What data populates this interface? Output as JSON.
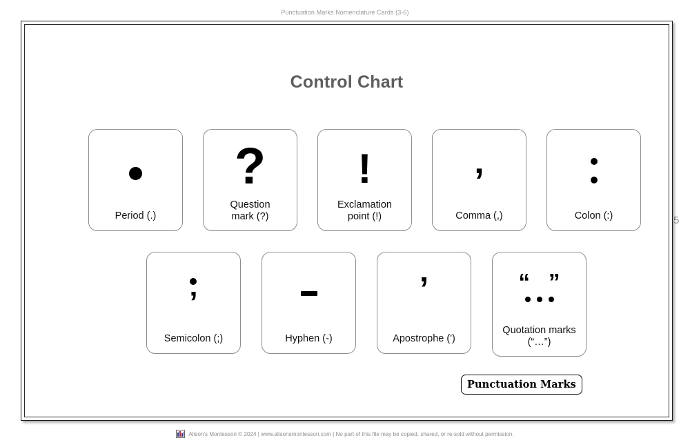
{
  "header": {
    "title": "Punctuation Marks Nomenclature Cards (3-6)"
  },
  "page": {
    "number": "5",
    "chart_title": "Control Chart"
  },
  "colors": {
    "title_gray": "#5e5e5e",
    "header_gray": "#9a9a9a",
    "card_border": "#8e8e8e",
    "frame_border": "#1a1a1a",
    "symbol_black": "#000000"
  },
  "cards": {
    "row1": [
      {
        "label": "Period (.)",
        "symbol": ".",
        "symbol_name": "period-dot-symbol"
      },
      {
        "label": "Question\nmark (?)",
        "symbol": "?",
        "symbol_name": "question-mark-symbol"
      },
      {
        "label": "Exclamation\npoint (!)",
        "symbol": "!",
        "symbol_name": "exclamation-point-symbol"
      },
      {
        "label": "Comma (,)",
        "symbol": ",",
        "symbol_name": "comma-symbol"
      },
      {
        "label": "Colon (:)",
        "symbol": ":",
        "symbol_name": "colon-symbol"
      }
    ],
    "row2": [
      {
        "label": "Semicolon (;)",
        "symbol": ";",
        "symbol_name": "semicolon-symbol"
      },
      {
        "label": "Hyphen (-)",
        "symbol": "-",
        "symbol_name": "hyphen-symbol"
      },
      {
        "label": "Apostrophe (')",
        "symbol": "’",
        "symbol_name": "apostrophe-symbol"
      },
      {
        "label": "Quotation marks\n(“…”)",
        "symbol": "“…”",
        "symbol_name": "quotation-marks-symbol"
      }
    ]
  },
  "symbol_glyphs": {
    "question": "?",
    "exclamation": "!",
    "comma": "’",
    "semicolon_comma": "’",
    "apostrophe": "’",
    "quote_open": "“",
    "quote_close": "”"
  },
  "label_pill": {
    "text": "Punctuation Marks"
  },
  "footer": {
    "text": "Alison's Montessori © 2024 | www.alisonsmontessori.com | No part of this file may be copied, shared, or re-sold without permission."
  }
}
